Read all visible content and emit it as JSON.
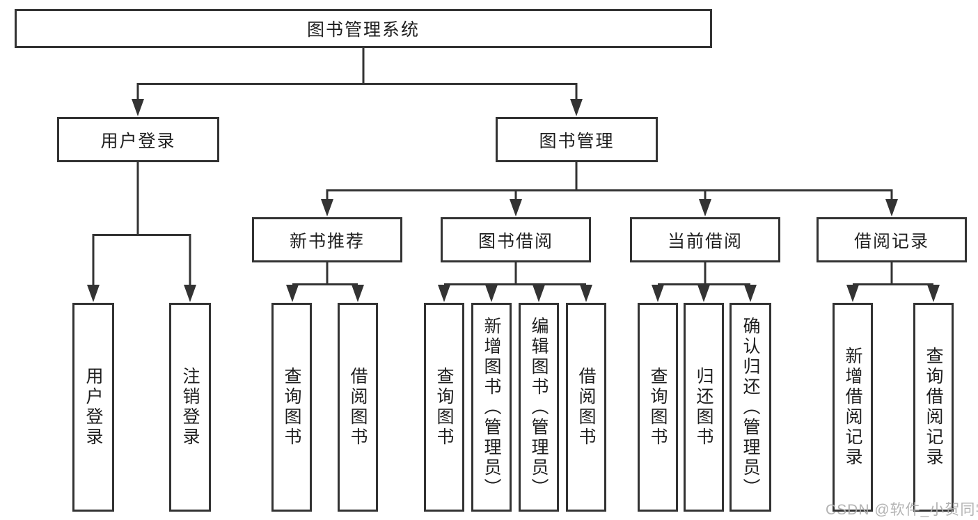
{
  "diagram": {
    "root": {
      "label": "图书管理系统"
    },
    "level1": [
      {
        "label": "用户登录"
      },
      {
        "label": "图书管理"
      }
    ],
    "level2": [
      {
        "label": "新书推荐"
      },
      {
        "label": "图书借阅"
      },
      {
        "label": "当前借阅"
      },
      {
        "label": "借阅记录"
      }
    ],
    "leaves": [
      {
        "label": "用户登录",
        "parent": "用户登录"
      },
      {
        "label": "注销登录",
        "parent": "用户登录"
      },
      {
        "label": "查询图书",
        "parent": "新书推荐"
      },
      {
        "label": "借阅图书",
        "parent": "新书推荐"
      },
      {
        "label": "查询图书",
        "parent": "图书借阅"
      },
      {
        "label": "新增图书（管理员）",
        "parent": "图书借阅"
      },
      {
        "label": "编辑图书（管理员）",
        "parent": "图书借阅"
      },
      {
        "label": "借阅图书",
        "parent": "图书借阅"
      },
      {
        "label": "查询图书",
        "parent": "当前借阅"
      },
      {
        "label": "归还图书",
        "parent": "当前借阅"
      },
      {
        "label": "确认归还（管理员）",
        "parent": "当前借阅"
      },
      {
        "label": "新增借阅记录",
        "parent": "借阅记录"
      },
      {
        "label": "查询借阅记录",
        "parent": "借阅记录"
      }
    ]
  },
  "watermark": {
    "text": "CSDN @软件_小贺同学"
  },
  "colors": {
    "line": "#333333",
    "box_border": "#333333",
    "box_fill": "#ffffff",
    "text": "#1e1e1e",
    "watermark": "#acacac",
    "background": "#ffffff"
  }
}
